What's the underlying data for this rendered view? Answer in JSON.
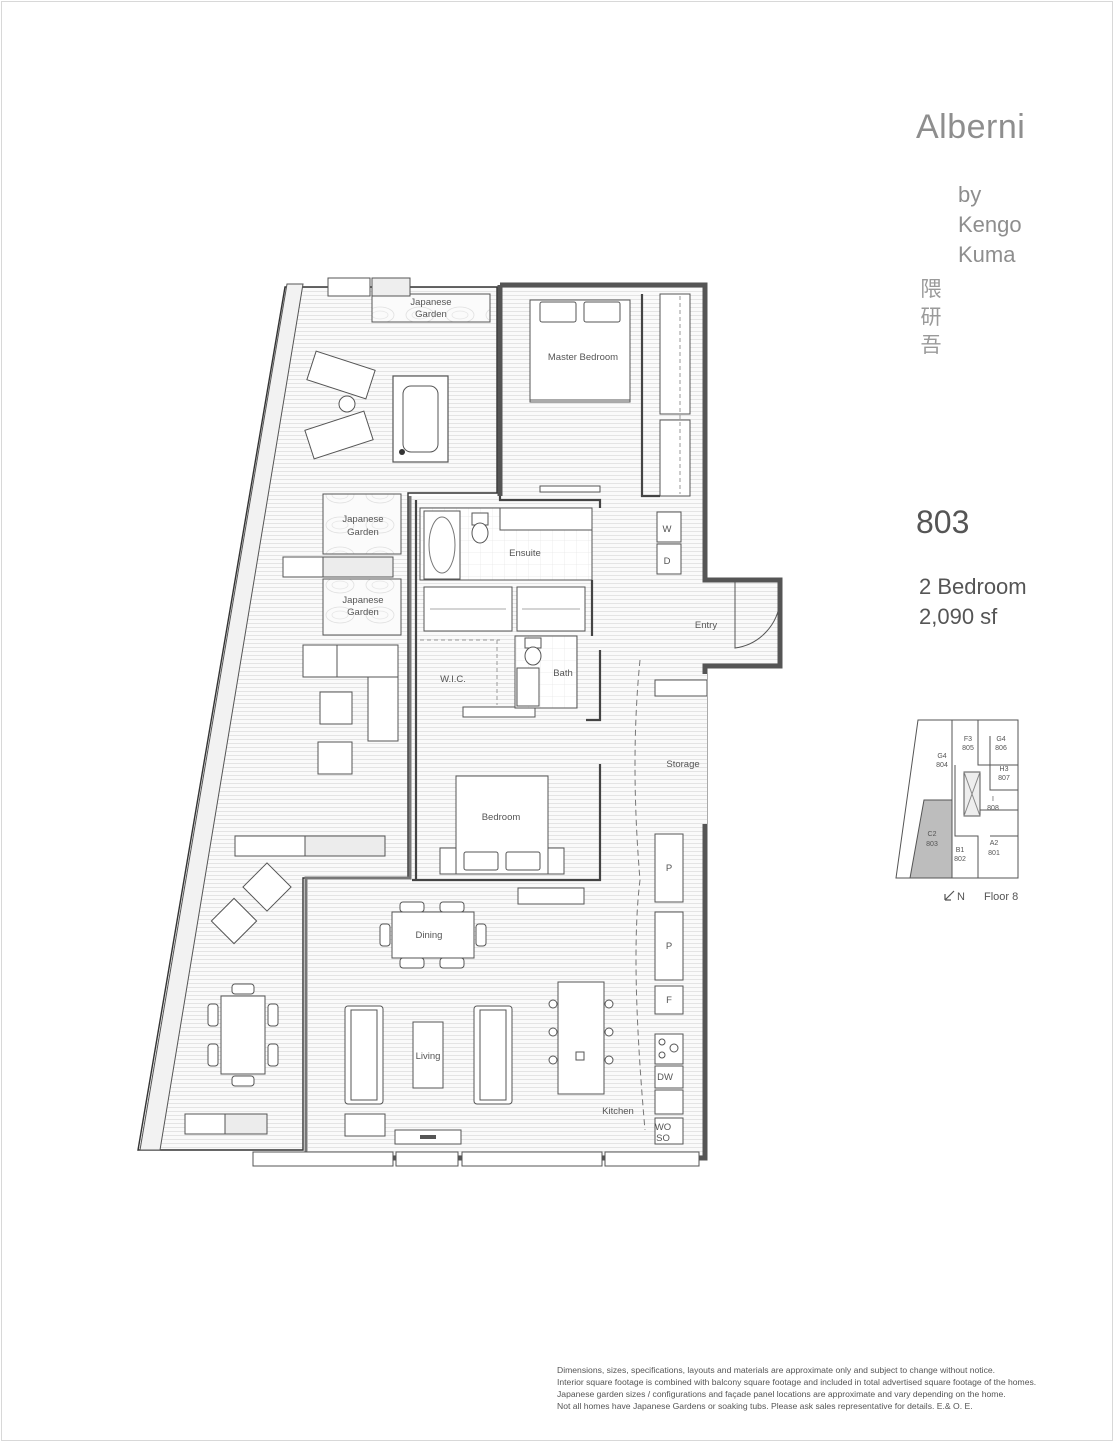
{
  "header": {
    "brand": "Alberni",
    "byline": [
      "by",
      "Kengo",
      "Kuma"
    ],
    "kanji": [
      "隈",
      "研",
      "吾"
    ]
  },
  "unit": {
    "number": "803",
    "type": "2 Bedroom",
    "area": "2,090 sf"
  },
  "rooms": {
    "japanese_garden_top": [
      "Japanese",
      "Garden"
    ],
    "japanese_garden_mid1": [
      "Japanese",
      "Garden"
    ],
    "japanese_garden_mid2": [
      "Japanese",
      "Garden"
    ],
    "master_bedroom": "Master Bedroom",
    "ensuite": "Ensuite",
    "wic": "W.I.C.",
    "bath": "Bath",
    "entry": "Entry",
    "storage": "Storage",
    "bedroom": "Bedroom",
    "dining": "Dining",
    "living": "Living",
    "kitchen": "Kitchen"
  },
  "appliances": {
    "washer": "W",
    "dryer": "D",
    "pantry1": "P",
    "pantry2": "P",
    "fridge": "F",
    "dishwasher": "DW",
    "wall_oven": [
      "WO",
      "SO"
    ]
  },
  "keyplan": {
    "units": [
      {
        "code": "G4",
        "num": "804"
      },
      {
        "code": "F3",
        "num": "805"
      },
      {
        "code": "G4",
        "num": "806"
      },
      {
        "code": "H3",
        "num": "807"
      },
      {
        "code": "I",
        "num": "808"
      },
      {
        "code": "C2",
        "num": "803"
      },
      {
        "code": "B1",
        "num": "802"
      },
      {
        "code": "A2",
        "num": "801"
      }
    ],
    "north": "N",
    "floor": "Floor 8",
    "highlight_color": "#bdbdbd"
  },
  "disclaimer": [
    "Dimensions, sizes, specifications, layouts and materials are approximate only and subject to change without notice.",
    "Interior square footage is combined with balcony square footage and included in total advertised square footage of the homes.",
    "Japanese garden sizes / configurations and façade panel locations are approximate and vary depending on the home.",
    "Not all homes have Japanese Gardens or soaking tubs. Please ask sales representative for details. E.& O. E."
  ]
}
